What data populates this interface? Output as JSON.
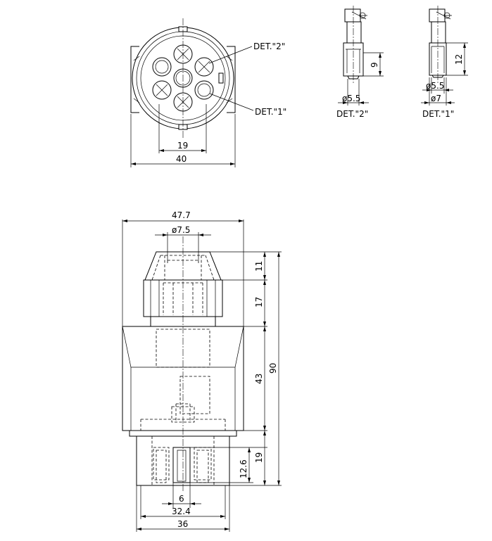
{
  "front_view": {
    "callout_det2": "DET.\"2\"",
    "callout_det1": "DET.\"1\"",
    "dim_pin_spacing": "19",
    "dim_width": "40"
  },
  "detail2": {
    "dim_length": "9",
    "dim_diameter": "ø5.5",
    "caption": "DET.\"2\""
  },
  "detail1": {
    "dim_length": "12",
    "dim_diameter_inner": "ø5.5",
    "dim_diameter_outer": "ø7",
    "caption": "DET.\"1\""
  },
  "side_view": {
    "dim_overall_width": "47.7",
    "dim_bore": "ø7.5",
    "dim_top_height": "11",
    "dim_nut_height": "17",
    "dim_body_height": "43",
    "dim_total_height": "90",
    "dim_pin_height": "19",
    "dim_pin_length": "12.6",
    "dim_pin_width": "6",
    "dim_base_inner": "32.4",
    "dim_base_outer": "36"
  }
}
